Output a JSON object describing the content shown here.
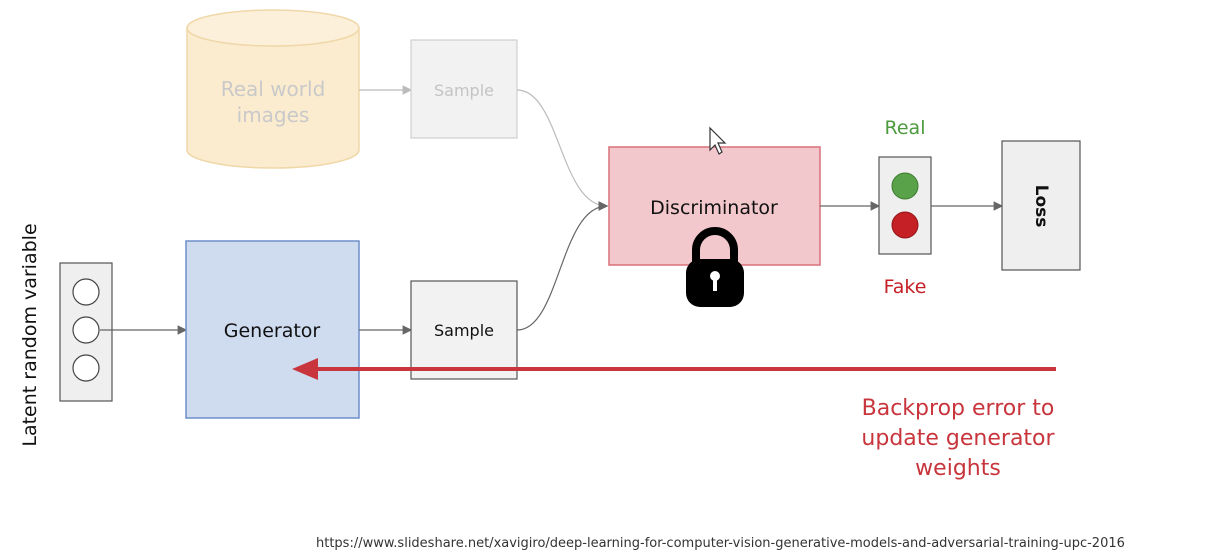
{
  "diagram": {
    "latent_label": "Latent random variable",
    "real_images_label_line1": "Real world",
    "real_images_label_line2": "images",
    "sample_top_label": "Sample",
    "sample_bottom_label": "Sample",
    "generator_label": "Generator",
    "discriminator_label": "Discriminator",
    "real_label": "Real",
    "fake_label": "Fake",
    "loss_label": "Loss",
    "backprop_line1": "Backprop error to",
    "backprop_line2": "update generator",
    "backprop_line3": "weights"
  },
  "footer": {
    "source_url": "https://www.slideshare.net/xavigiro/deep-learning-for-computer-vision-generative-models-and-adversarial-training-upc-2016"
  },
  "colors": {
    "generator_fill": "#cfdcf0",
    "generator_stroke": "#6d8fc8",
    "discriminator_fill": "#f3c8cc",
    "discriminator_stroke": "#d9707a",
    "real_green": "#4c9a3c",
    "fake_red": "#c42025",
    "backprop_red": "#c8353d",
    "db_fill": "#fbecd0",
    "db_stroke": "#f0d7a8"
  },
  "icons": {
    "lock": "lock-icon",
    "cursor": "mouse-cursor-icon"
  }
}
